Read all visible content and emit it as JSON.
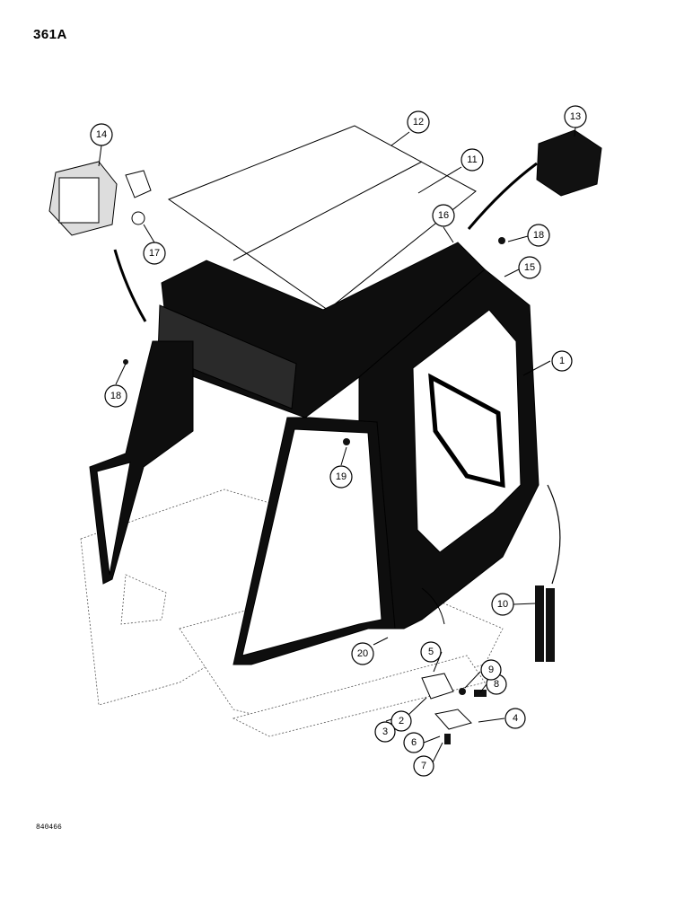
{
  "page": {
    "code": "361A",
    "figure_code": "840466"
  },
  "callouts": [
    {
      "label": "1"
    },
    {
      "label": "2"
    },
    {
      "label": "3"
    },
    {
      "label": "4"
    },
    {
      "label": "5"
    },
    {
      "label": "6"
    },
    {
      "label": "7"
    },
    {
      "label": "8"
    },
    {
      "label": "9"
    },
    {
      "label": "10"
    },
    {
      "label": "11"
    },
    {
      "label": "12"
    },
    {
      "label": "13"
    },
    {
      "label": "14"
    },
    {
      "label": "15"
    },
    {
      "label": "16"
    },
    {
      "label": "17"
    },
    {
      "label": "18"
    },
    {
      "label": "18"
    },
    {
      "label": "19"
    },
    {
      "label": "20"
    }
  ]
}
